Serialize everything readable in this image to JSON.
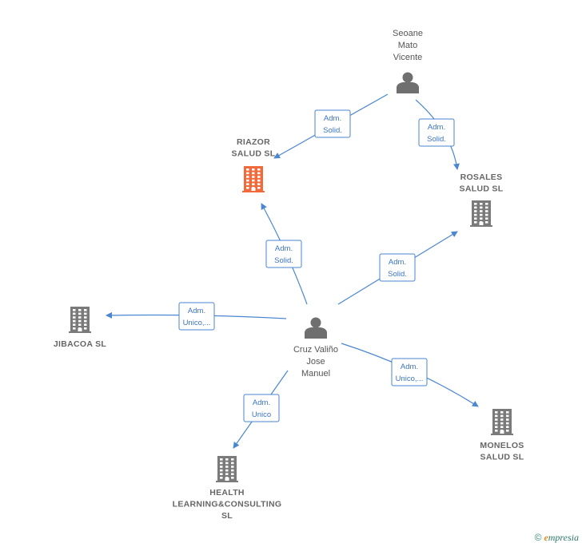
{
  "colors": {
    "edge": "#4a86d1",
    "person": "#6f6f6f",
    "company": "#7a7a7a",
    "company_highlight": "#f06a3c"
  },
  "nodes": [
    {
      "id": "seoane",
      "kind": "person",
      "lines": [
        "Seoane",
        "Mato",
        "Vicente"
      ]
    },
    {
      "id": "cruz",
      "kind": "person",
      "lines": [
        "Cruz Valiño",
        "Jose",
        "Manuel"
      ]
    },
    {
      "id": "riazor",
      "kind": "company",
      "highlight": true,
      "lines": [
        "RIAZOR",
        "SALUD  SL"
      ]
    },
    {
      "id": "rosales",
      "kind": "company",
      "lines": [
        "ROSALES",
        "SALUD  SL"
      ]
    },
    {
      "id": "jibacoa",
      "kind": "company",
      "lines": [
        "JIBACOA  SL"
      ]
    },
    {
      "id": "monelos",
      "kind": "company",
      "lines": [
        "MONELOS",
        "SALUD  SL"
      ]
    },
    {
      "id": "health",
      "kind": "company",
      "lines": [
        "HEALTH",
        "LEARNING&CONSULTING",
        "SL"
      ]
    }
  ],
  "edges": [
    {
      "id": "seoane-riazor",
      "from": "seoane",
      "to": "riazor",
      "label": [
        "Adm.",
        "Solid."
      ]
    },
    {
      "id": "seoane-rosales",
      "from": "seoane",
      "to": "rosales",
      "label": [
        "Adm.",
        "Solid."
      ]
    },
    {
      "id": "cruz-riazor",
      "from": "cruz",
      "to": "riazor",
      "label": [
        "Adm.",
        "Solid."
      ]
    },
    {
      "id": "cruz-rosales",
      "from": "cruz",
      "to": "rosales",
      "label": [
        "Adm.",
        "Solid."
      ]
    },
    {
      "id": "cruz-jibacoa",
      "from": "cruz",
      "to": "jibacoa",
      "label": [
        "Adm.",
        "Unico,..."
      ]
    },
    {
      "id": "cruz-monelos",
      "from": "cruz",
      "to": "monelos",
      "label": [
        "Adm.",
        "Unico,..."
      ]
    },
    {
      "id": "cruz-health",
      "from": "cruz",
      "to": "health",
      "label": [
        "Adm.",
        "Unico"
      ]
    }
  ],
  "footer": {
    "copyright": "©",
    "brand_initial": "e",
    "brand_rest": "mpresia"
  }
}
